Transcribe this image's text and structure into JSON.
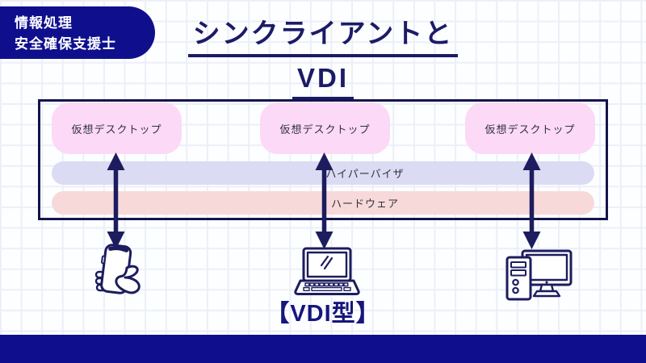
{
  "colors": {
    "navy": "#0f0f8e",
    "line_navy": "#1c1c5e",
    "title_navy": "#1b1b66",
    "frame_border": "#14144d",
    "virtual_desktop_fill": "#fcd9f7",
    "hypervisor_fill": "#dbdbf4",
    "hardware_fill": "#f8d9da"
  },
  "badge": {
    "line1": "情報処理",
    "line2": "安全確保支援士"
  },
  "title": {
    "line1": "シンクライアントと",
    "line2": "VDI"
  },
  "diagram": {
    "virtual_desktop_boxes": [
      {
        "label": "仮想デスクトップ"
      },
      {
        "label": "仮想デスクトップ"
      },
      {
        "label": "仮想デスクトップ"
      }
    ],
    "layers": [
      {
        "id": "hypervisor",
        "label": "ハイパーバイザ"
      },
      {
        "id": "hardware",
        "label": "ハードウェア"
      }
    ],
    "devices": [
      {
        "icon": "smartphone-in-hand-icon"
      },
      {
        "icon": "laptop-icon"
      },
      {
        "icon": "desktop-pc-icon"
      }
    ]
  },
  "caption": "【VDI型】"
}
